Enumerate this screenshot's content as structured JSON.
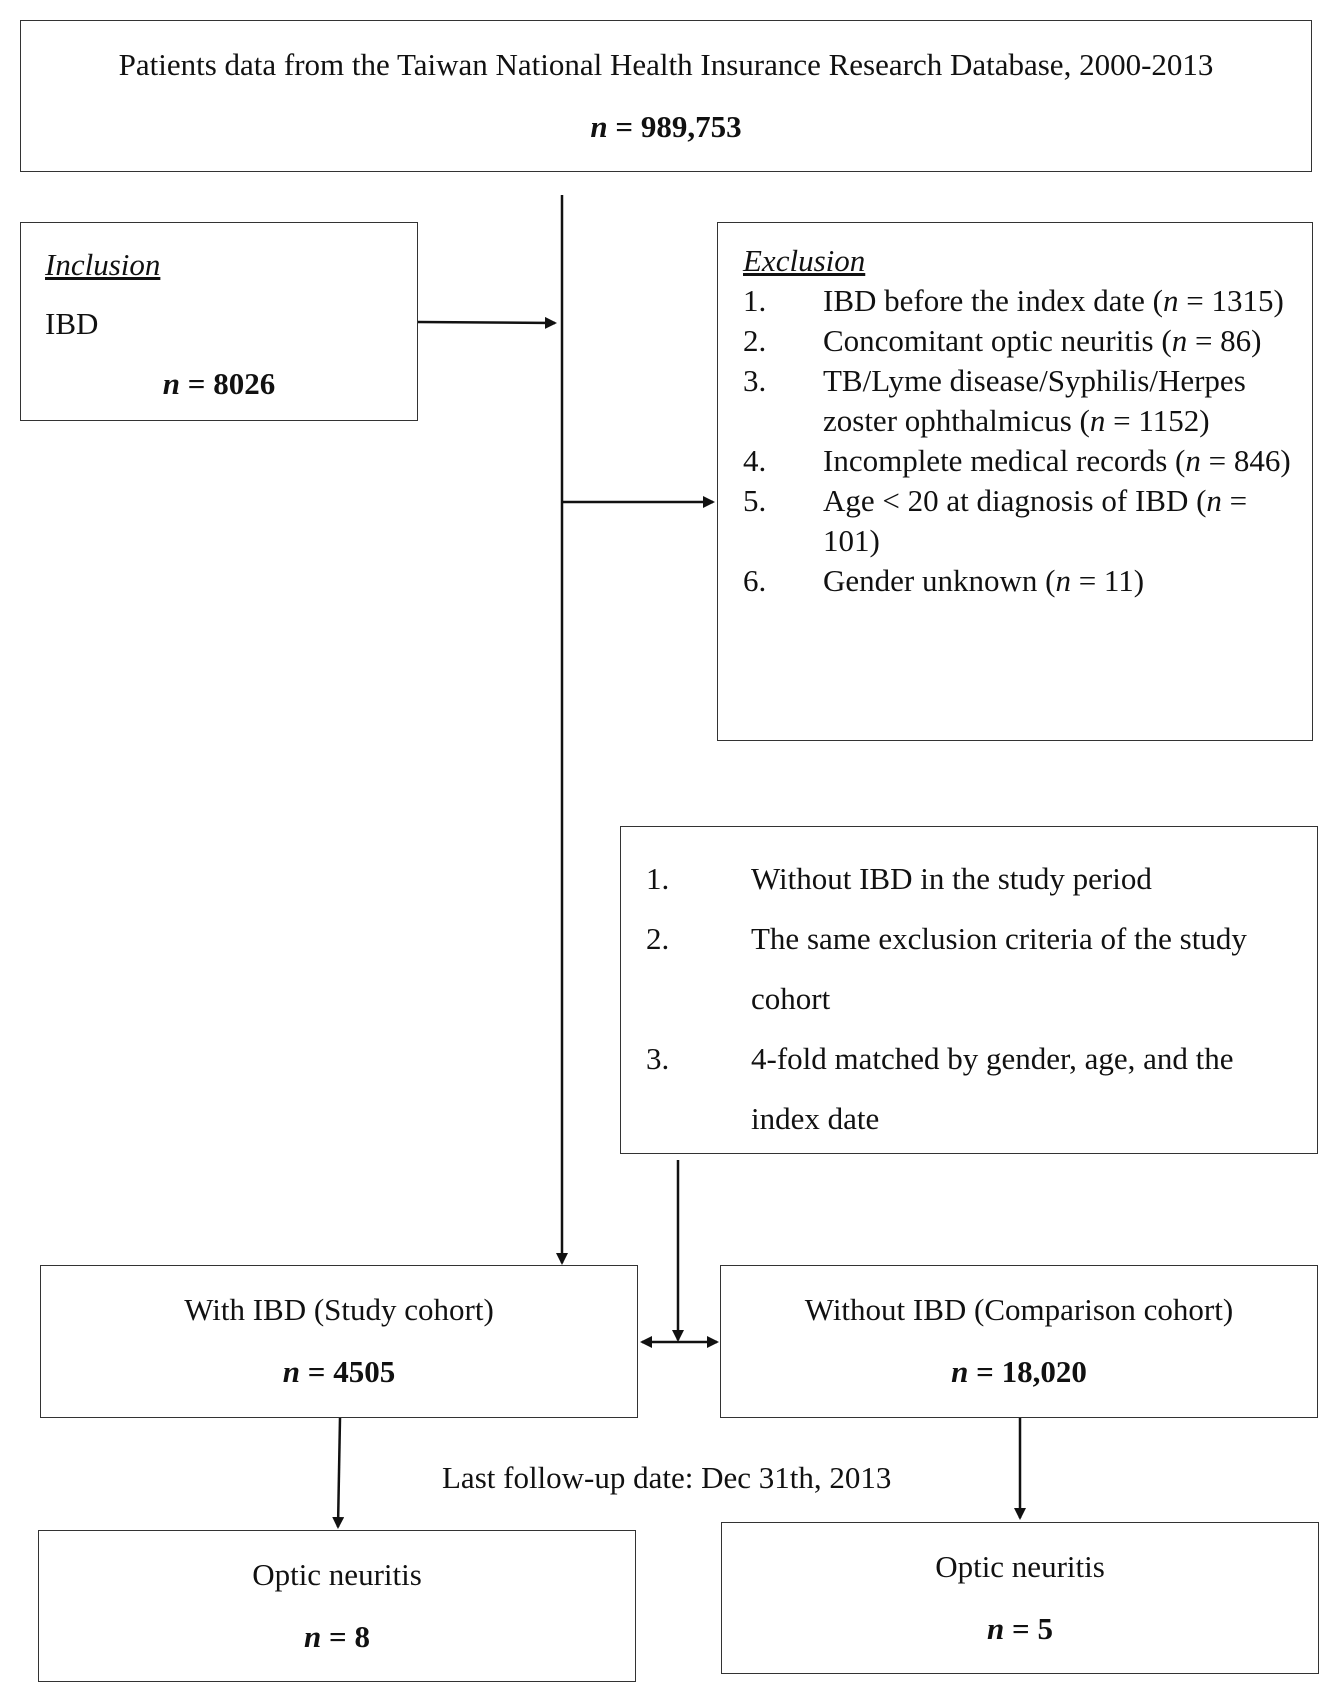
{
  "source_box": {
    "title": "Patients data from the Taiwan National Health Insurance Research Database, 2000-2013",
    "n_prefix": "n",
    "n_value": "= 989,753"
  },
  "inclusion_box": {
    "heading": "Inclusion",
    "label": "IBD",
    "n_prefix": "n",
    "n_value": "= 8026"
  },
  "exclusion_box": {
    "heading": "Exclusion",
    "items": [
      {
        "num": "1.",
        "before": "IBD before the index date (",
        "n": "n",
        "after": " = 1315)"
      },
      {
        "num": "2.",
        "before": "Concomitant optic neuritis (",
        "n": "n",
        "after": " = 86)"
      },
      {
        "num": "3.",
        "before": "TB/Lyme disease/Syphilis/Herpes zoster ophthalmicus (",
        "n": "n",
        "after": " = 1152)"
      },
      {
        "num": "4.",
        "before": "Incomplete medical records (",
        "n": "n",
        "after": " = 846)"
      },
      {
        "num": "5.",
        "before": "Age < 20 at diagnosis of IBD (",
        "n": "n",
        "after": " = 101)"
      },
      {
        "num": "6.",
        "before": "Gender unknown (",
        "n": "n",
        "after": " = 11)"
      }
    ]
  },
  "comparison_criteria_box": {
    "items": [
      {
        "num": "1.",
        "text": "Without IBD in the study period"
      },
      {
        "num": "2.",
        "text": "The same exclusion criteria of the study cohort"
      },
      {
        "num": "3.",
        "text": "4-fold matched by gender, age, and the index date"
      }
    ]
  },
  "study_cohort_box": {
    "title": "With IBD (Study cohort)",
    "n_prefix": "n",
    "n_value": "= 4505"
  },
  "comparison_cohort_box": {
    "title": "Without IBD (Comparison cohort)",
    "n_prefix": "n",
    "n_value": "= 18,020"
  },
  "followup_label": "Last follow-up date: Dec 31th, 2013",
  "study_outcome_box": {
    "title": "Optic neuritis",
    "n_prefix": "n",
    "n_value": "= 8"
  },
  "comparison_outcome_box": {
    "title": "Optic neuritis",
    "n_prefix": "n",
    "n_value": "= 5"
  }
}
